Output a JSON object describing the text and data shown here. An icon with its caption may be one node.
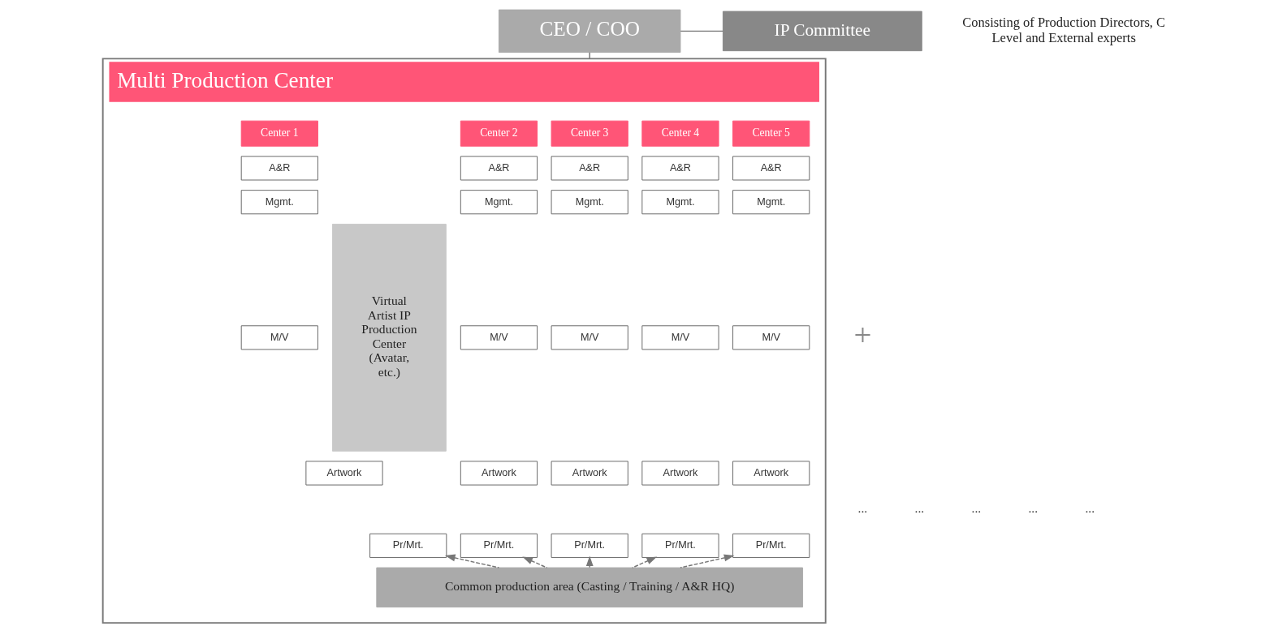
{
  "diagram": {
    "nodes": [
      {
        "text": [
          "CEO / COO"
        ]
      },
      {
        "text": [
          "IP Committee"
        ],
        "beside": [
          "Consisting of Production Directors, C Level and External experts"
        ]
      },
      {
        "text": [
          "Multi Production Center"
        ]
      },
      {
        "text": [
          "Center 1"
        ],
        "in": 2
      },
      {
        "text": [
          "Center 2"
        ],
        "in": 2
      },
      {
        "text": [
          "Center 3"
        ],
        "in": 2
      },
      {
        "text": [
          "Center 4"
        ],
        "in": 2
      },
      {
        "text": [
          "Center 5"
        ],
        "in": 2
      },
      {
        "text": [
          "A&R"
        ],
        "in": 2
      },
      {
        "text": [
          "A&R"
        ],
        "in": 2
      },
      {
        "text": [
          "A&R"
        ],
        "in": 2
      },
      {
        "text": [
          "A&R"
        ],
        "in": 2
      },
      {
        "text": [
          "A&R"
        ],
        "in": 2
      },
      {
        "text": [
          "Mgmt."
        ],
        "in": 2
      },
      {
        "text": [
          "Mgmt."
        ],
        "in": 2
      },
      {
        "text": [
          "Mgmt."
        ],
        "in": 2
      },
      {
        "text": [
          "Mgmt."
        ],
        "in": 2
      },
      {
        "text": [
          "Mgmt."
        ],
        "in": 2
      },
      {
        "text": [
          "M/V"
        ],
        "in": 2
      },
      {
        "text": [
          "M/V"
        ],
        "in": 2
      },
      {
        "text": [
          "M/V"
        ],
        "in": 2
      },
      {
        "text": [
          "M/V"
        ],
        "in": 2
      },
      {
        "text": [
          "M/V"
        ],
        "in": 2
      },
      {
        "text": [
          "Artwork"
        ],
        "in": 2
      },
      {
        "text": [
          "Artwork"
        ],
        "in": 2
      },
      {
        "text": [
          "Artwork"
        ],
        "in": 2
      },
      {
        "text": [
          "Artwork"
        ],
        "in": 2
      },
      {
        "text": [
          "Artwork"
        ],
        "in": 2
      },
      {
        "text": [
          "Pr/Mrt."
        ],
        "in": 2
      },
      {
        "text": [
          "Pr/Mrt."
        ],
        "in": 2
      },
      {
        "text": [
          "Pr/Mrt."
        ],
        "in": 2
      },
      {
        "text": [
          "Pr/Mrt."
        ],
        "in": 2
      },
      {
        "text": [
          "Pr/Mrt."
        ],
        "in": 2
      },
      {
        "text": [
          "Virtual Artist IP Production Center (Avatar, etc.)"
        ],
        "in": 2
      },
      {
        "text": [
          "Common production area (Casting / Training / A&R HQ)"
        ],
        "in": 2
      }
    ],
    "edges": [
      {
        "from": 0,
        "to": 2,
        "arrow": "none"
      },
      {
        "from": 0,
        "to": 1,
        "arrow": "none"
      },
      {
        "from": 34,
        "to": 28,
        "arrow": "to",
        "style": "dashed"
      },
      {
        "from": 34,
        "to": 29,
        "arrow": "to",
        "style": "dashed"
      },
      {
        "from": 34,
        "to": 30,
        "arrow": "to",
        "style": "dashed"
      },
      {
        "from": 34,
        "to": 31,
        "arrow": "to",
        "style": "dashed"
      },
      {
        "from": 34,
        "to": 32,
        "arrow": "to",
        "style": "dashed"
      }
    ],
    "labels": [
      "...",
      "...",
      "...",
      "...",
      "...",
      "+"
    ]
  }
}
